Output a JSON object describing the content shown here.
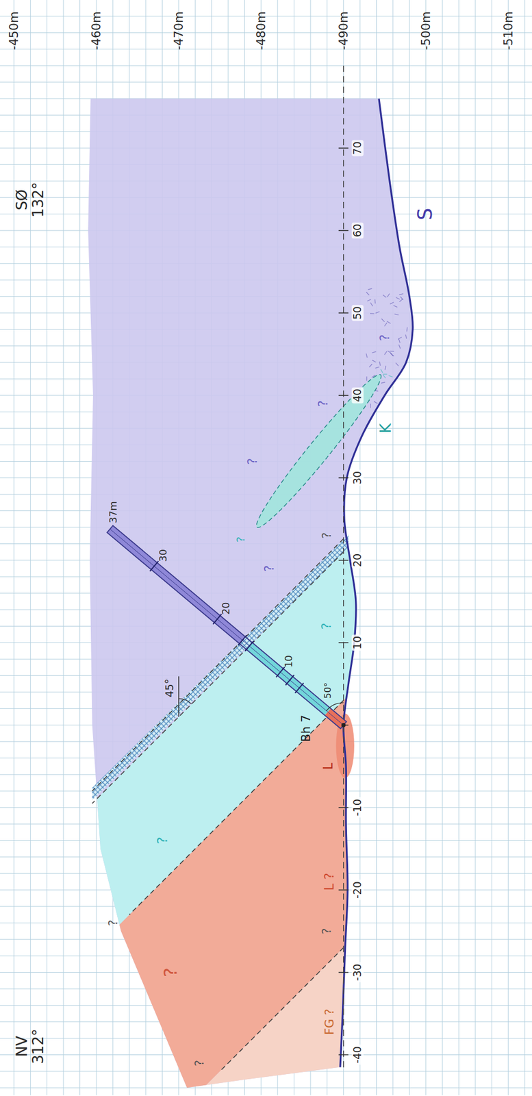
{
  "diagram": {
    "labels": [
      "NV 312°",
      "SØ 132°",
      "-510m",
      "-500m",
      "-490m",
      "-480m",
      "-470m",
      "-460m",
      "-450m",
      "70",
      "60",
      "50",
      "40",
      "30",
      "20",
      "10",
      "-10",
      "-20",
      "-30",
      "-40",
      "Bh 7",
      "L",
      "L ?",
      "FG ?",
      "S",
      "K",
      "50°",
      "45°",
      "10",
      "20",
      "30",
      "37m",
      "?",
      "?",
      "?",
      "?",
      "?",
      "?",
      "?",
      "?",
      "?",
      "?",
      "?",
      "?"
    ]
  }
}
